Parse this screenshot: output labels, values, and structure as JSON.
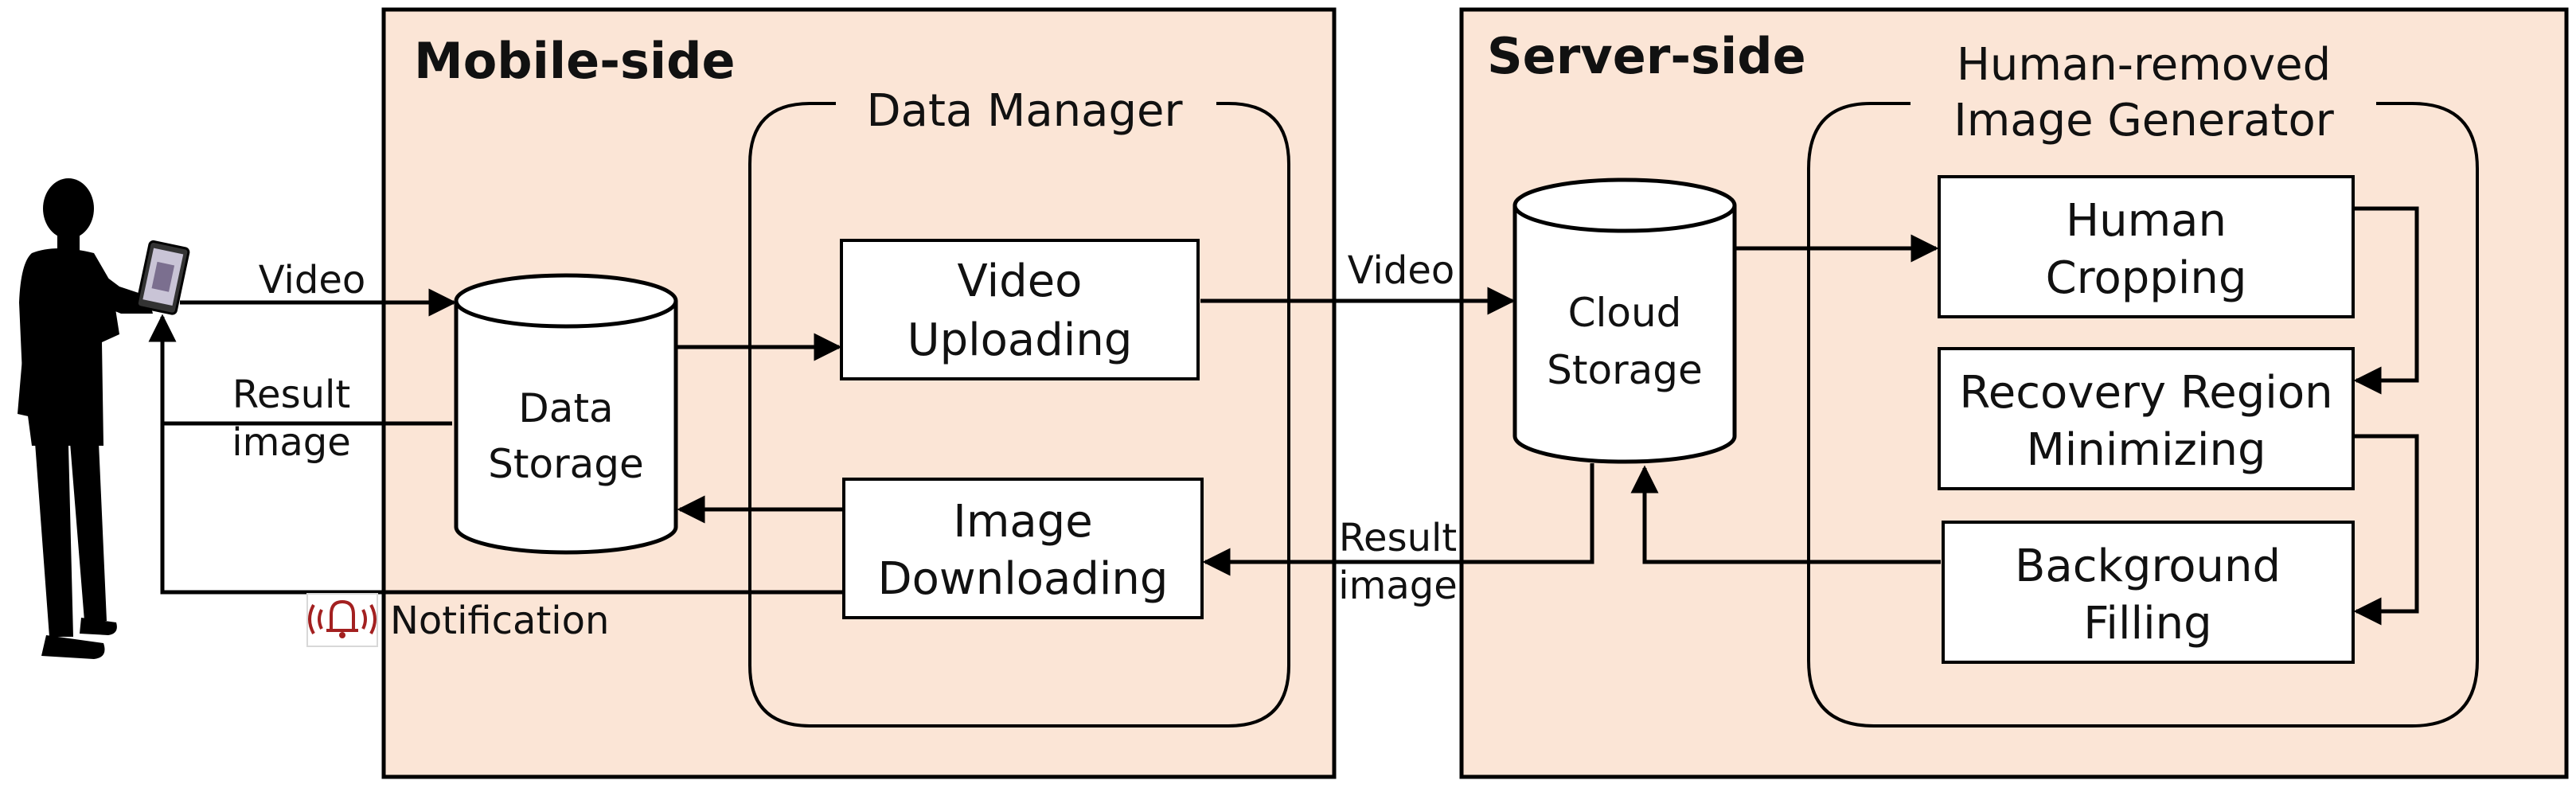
{
  "panels": {
    "mobile": {
      "title": "Mobile-side"
    },
    "server": {
      "title": "Server-side"
    }
  },
  "groups": {
    "data_manager": {
      "title": "Data Manager"
    },
    "generator": {
      "title_line1": "Human-removed",
      "title_line2": "Image Generator"
    }
  },
  "boxes": {
    "video_uploading": {
      "line1": "Video",
      "line2": "Uploading"
    },
    "image_downloading": {
      "line1": "Image",
      "line2": "Downloading"
    },
    "human_cropping": {
      "line1": "Human",
      "line2": "Cropping"
    },
    "recovery_region": {
      "line1": "Recovery Region",
      "line2": "Minimizing"
    },
    "background_filling": {
      "line1": "Background",
      "line2": "Filling"
    }
  },
  "storages": {
    "data_storage": {
      "line1": "Data",
      "line2": "Storage"
    },
    "cloud_storage": {
      "line1": "Cloud",
      "line2": "Storage"
    }
  },
  "labels": {
    "video_left": "Video",
    "result_left_line1": "Result",
    "result_left_line2": "image",
    "notification": "Notification",
    "video_mid": "Video",
    "result_mid_line1": "Result",
    "result_mid_line2": "image"
  },
  "icons": {
    "user": "person-with-tablet-icon",
    "notification": "bell-notification-icon"
  },
  "colors": {
    "panel_fill": "#fbe5d6",
    "stroke": "#000000",
    "box_fill": "#ffffff",
    "icon_red": "#a32020"
  }
}
